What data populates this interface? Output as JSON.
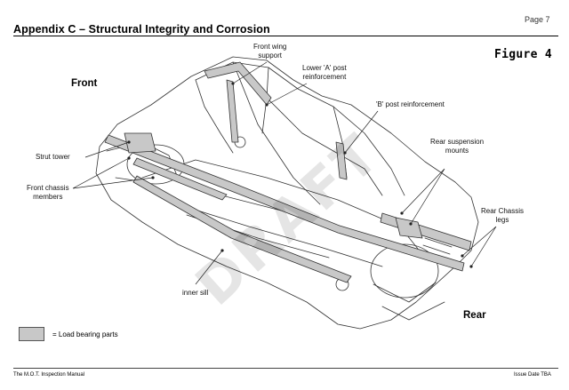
{
  "header": {
    "page_label": "Page 7",
    "title": "Appendix C – Structural Integrity and Corrosion"
  },
  "figure": {
    "label": "Figure 4",
    "orientation_front": "Front",
    "orientation_rear": "Rear",
    "watermark": "DRAFT",
    "callouts": {
      "front_wing_support": [
        "Front wing",
        "support"
      ],
      "lower_a_post": [
        "Lower 'A' post",
        "reinforcement"
      ],
      "b_post": [
        "'B' post reinforcement"
      ],
      "rear_suspension": [
        "Rear suspension",
        "mounts"
      ],
      "strut_tower": [
        "Strut tower"
      ],
      "front_chassis": [
        "Front chassis",
        "members"
      ],
      "rear_chassis": [
        "Rear Chassis",
        "legs"
      ],
      "inner_sill": [
        "inner sill"
      ]
    }
  },
  "legend": {
    "text": "= Load bearing parts",
    "swatch_color": "#c8c8c8"
  },
  "footer": {
    "left": "The M.O.T. Inspection Manual",
    "right": "Issue Date TBA"
  }
}
